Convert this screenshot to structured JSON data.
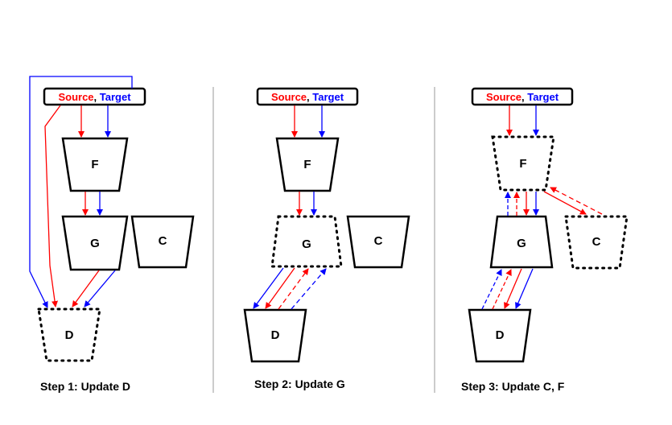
{
  "colors": {
    "source": "#ff0000",
    "target": "#0000ff",
    "ink": "#000000",
    "divider": "#999999"
  },
  "source_word": "Source",
  "separator": ", ",
  "target_word": "Target",
  "panels": [
    {
      "title": "Step 1: Update D",
      "nodes": {
        "F": "F",
        "G": "G",
        "C": "C",
        "D": "D"
      }
    },
    {
      "title": "Step 2: Update G",
      "nodes": {
        "F": "F",
        "G": "G",
        "C": "C",
        "D": "D"
      }
    },
    {
      "title": "Step 3:  Update C, F",
      "nodes": {
        "F": "F",
        "G": "G",
        "C": "C",
        "D": "D"
      }
    }
  ]
}
